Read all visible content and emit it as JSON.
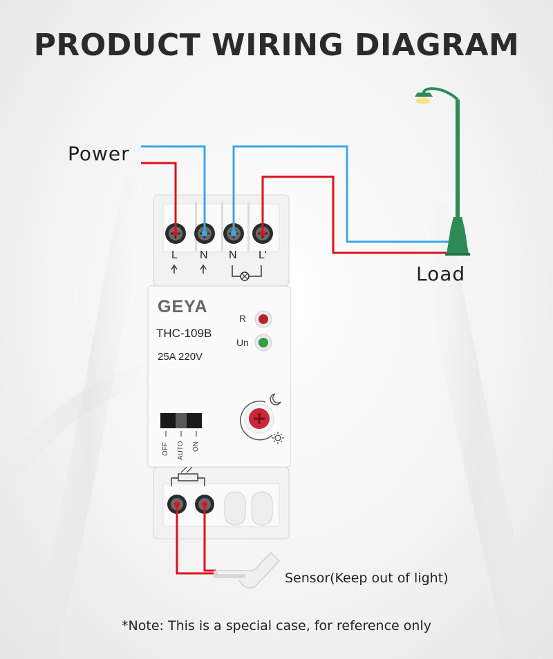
{
  "title": "PRODUCT WIRING DIAGRAM",
  "labels": {
    "power": "Power",
    "load": "Load",
    "sensor": "Sensor(Keep out of light)",
    "note": "*Note: This is a special case, for reference only"
  },
  "device": {
    "brand": "GEYA",
    "model": "THC-109B",
    "rating": "25A 220V",
    "led_r": "R",
    "led_un": "Un",
    "terminals": [
      "L",
      "N",
      "N",
      "L'"
    ],
    "switch_positions": [
      "OFF",
      "AUTO",
      "ON"
    ]
  },
  "colors": {
    "live_wire": "#e0101e",
    "neutral_wire": "#3aa8e8",
    "lamp_post": "#2e8b57",
    "led_red": "#b3232f",
    "led_green": "#2ea043",
    "knob": "#c8283a"
  },
  "icons": {
    "lamp": "street-lamp-icon",
    "moon": "moon-icon",
    "sun": "sun-icon",
    "sensor": "light-sensor-icon"
  }
}
